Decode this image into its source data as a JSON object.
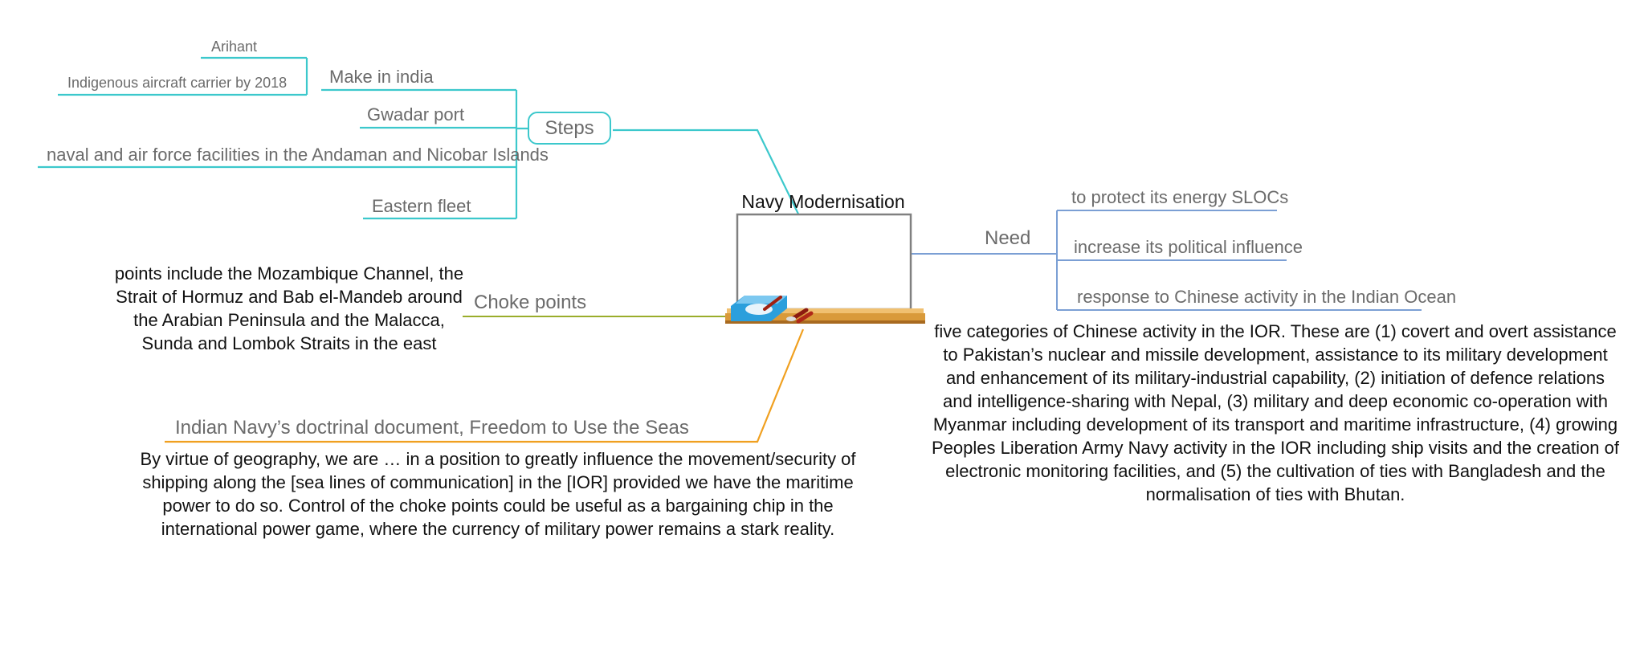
{
  "central": {
    "title": "Navy Modernisation"
  },
  "steps": {
    "label": "Steps",
    "children": {
      "make_in_india": {
        "label": "Make in india",
        "children": [
          "Arihant",
          "Indigenous aircraft carrier by 2018"
        ]
      },
      "gwadar": "Gwadar port",
      "andaman": "naval and air force facilities in the Andaman and Nicobar Islands",
      "eastern_fleet": "Eastern fleet"
    }
  },
  "need": {
    "label": "Need",
    "children": [
      "to protect its energy SLOCs",
      "increase its political influence",
      "response to Chinese activity in the Indian Ocean"
    ],
    "note": "five categories of Chinese activity in the IOR. These are (1) covert and overt assistance to Pakistan’s nuclear and missile development, assistance to its military development and enhancement of its military-industrial capability, (2) initiation of defence relations and intelligence-sharing with Nepal, (3) military and deep economic co-operation with Myanmar including development of its transport and maritime infrastructure, (4) growing Peoples Liberation Army Navy activity in the IOR including ship visits and the creation of electronic monitoring facilities, and (5) the cultivation of ties with Bangladesh and the normalisation of ties with Bhutan."
  },
  "choke_points": {
    "label": "Choke points",
    "note": "points include the Mozambique Channel, the Strait of Hormuz and Bab el-Mandeb around the Arabian Peninsula and the Malacca, Sunda and Lombok Straits in the east"
  },
  "doctrine": {
    "label": "Indian Navy’s doctrinal document, Freedom to Use the Seas",
    "note": "By virtue of geography, we are … in a position to greatly influence the movement/security of shipping along the [sea lines of communication] in the [IOR] provided we have the maritime power to do so. Control of the choke points could be useful as a bargaining chip in the international power game, where the currency of military power remains a stark reality."
  },
  "colors": {
    "steps": "#3cc8cc",
    "need": "#7b9fd4",
    "choke": "#9aad2b",
    "doctrine": "#f0a020",
    "board_frame": "#808080",
    "board_shelf": "#d99a3a",
    "eraser": "#2b9fdc"
  },
  "icons": {
    "central": "whiteboard-icon"
  }
}
